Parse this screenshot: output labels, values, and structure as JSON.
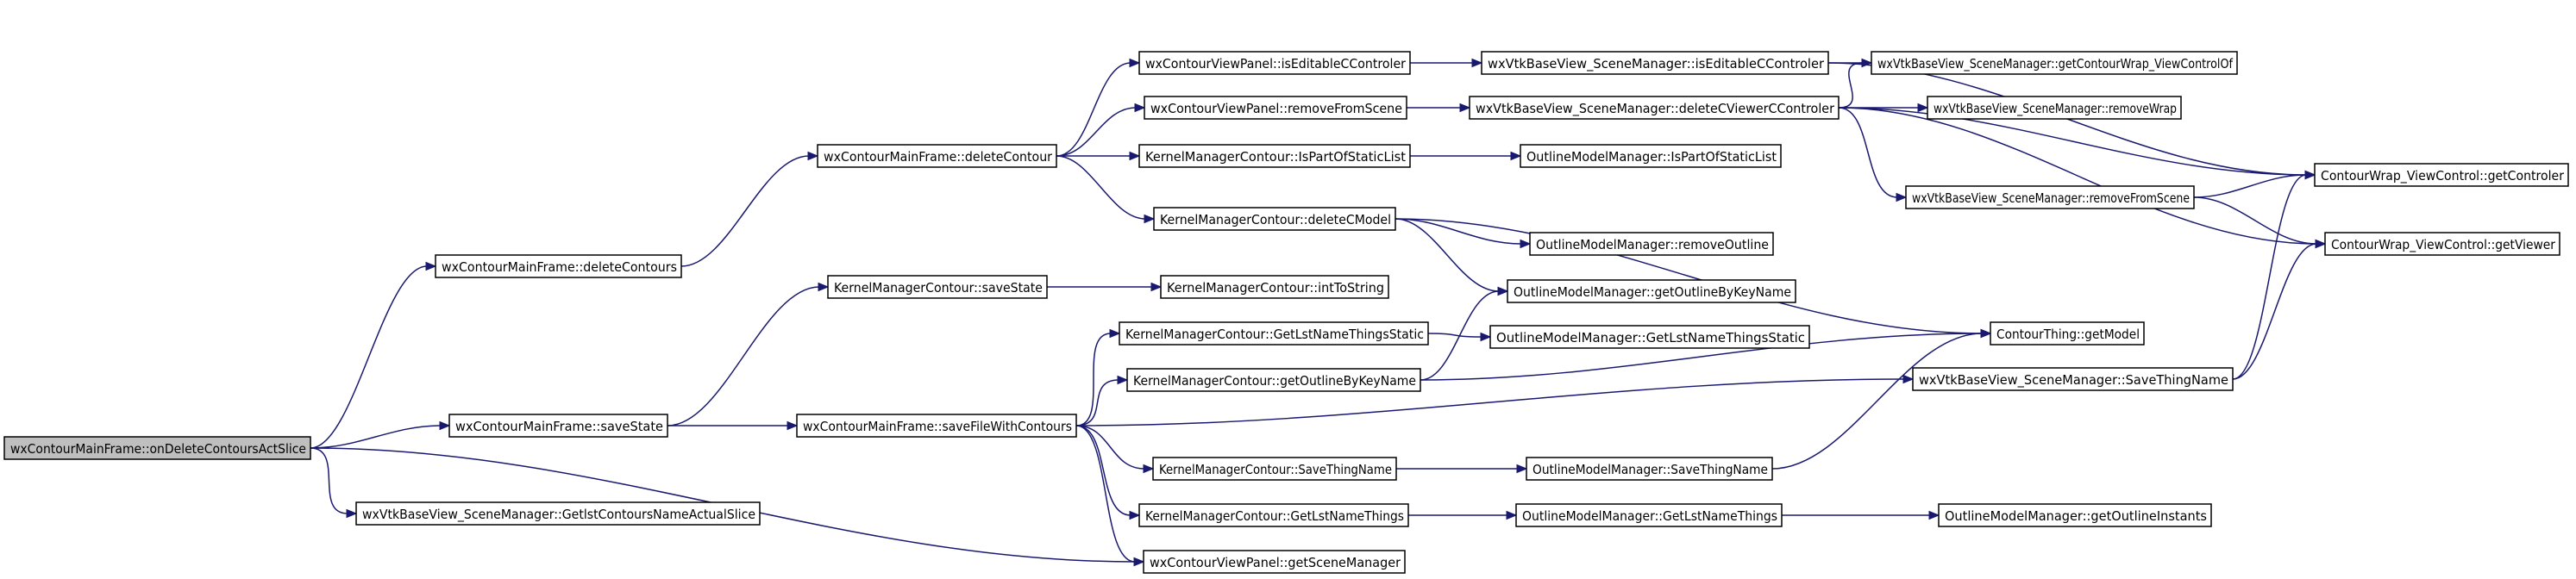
{
  "colors": {
    "edge": "#191970",
    "root_fill": "#bfbfbf",
    "node_fill": "#ffffff",
    "border": "#000000"
  },
  "nodes": {
    "root": "wxContourMainFrame::onDeleteContoursActSlice",
    "deleteContours": "wxContourMainFrame::deleteContours",
    "saveState": "wxContourMainFrame::saveState",
    "getLstContoursNameActualSlice": "wxVtkBaseView_SceneManager::GetlstContoursNameActualSlice",
    "deleteContour": "wxContourMainFrame::deleteContour",
    "kmcSaveState": "KernelManagerContour::saveState",
    "saveFileWithContours": "wxContourMainFrame::saveFileWithContours",
    "isEditableCControler": "wxContourViewPanel::isEditableCControler",
    "removeFromScene": "wxContourViewPanel::removeFromScene",
    "isPartOfStaticList": "KernelManagerContour::IsPartOfStaticList",
    "deleteCModel": "KernelManagerContour::deleteCModel",
    "intToString": "KernelManagerContour::intToString",
    "getLstNameThingsStatic": "KernelManagerContour::GetLstNameThingsStatic",
    "kmcGetOutlineByKeyName": "KernelManagerContour::getOutlineByKeyName",
    "kmcSaveThingName": "KernelManagerContour::SaveThingName",
    "kmcGetLstNameThings": "KernelManagerContour::GetLstNameThings",
    "getSceneManager": "wxContourViewPanel::getSceneManager",
    "smIsEditableCControler": "wxVtkBaseView_SceneManager::isEditableCControler",
    "deleteCViewerCControler": "wxVtkBaseView_SceneManager::deleteCViewerCControler",
    "omIsPartOfStaticList": "OutlineModelManager::IsPartOfStaticList",
    "removeOutline": "OutlineModelManager::removeOutline",
    "omGetOutlineByKeyName": "OutlineModelManager::getOutlineByKeyName",
    "omGetLstNameThingsStatic": "OutlineModelManager::GetLstNameThingsStatic",
    "omSaveThingName": "OutlineModelManager::SaveThingName",
    "omGetLstNameThings": "OutlineModelManager::GetLstNameThings",
    "smSaveThingName": "wxVtkBaseView_SceneManager::SaveThingName",
    "getContourWrapViewControlOf": "wxVtkBaseView_SceneManager::getContourWrap_ViewControlOf",
    "removeWrap": "wxVtkBaseView_SceneManager::removeWrap",
    "smRemoveFromScene": "wxVtkBaseView_SceneManager::removeFromScene",
    "contourThingGetModel": "ContourThing::getModel",
    "getOutlineInstants": "OutlineModelManager::getOutlineInstants",
    "getControler": "ContourWrap_ViewControl::getControler",
    "getViewer": "ContourWrap_ViewControl::getViewer"
  }
}
